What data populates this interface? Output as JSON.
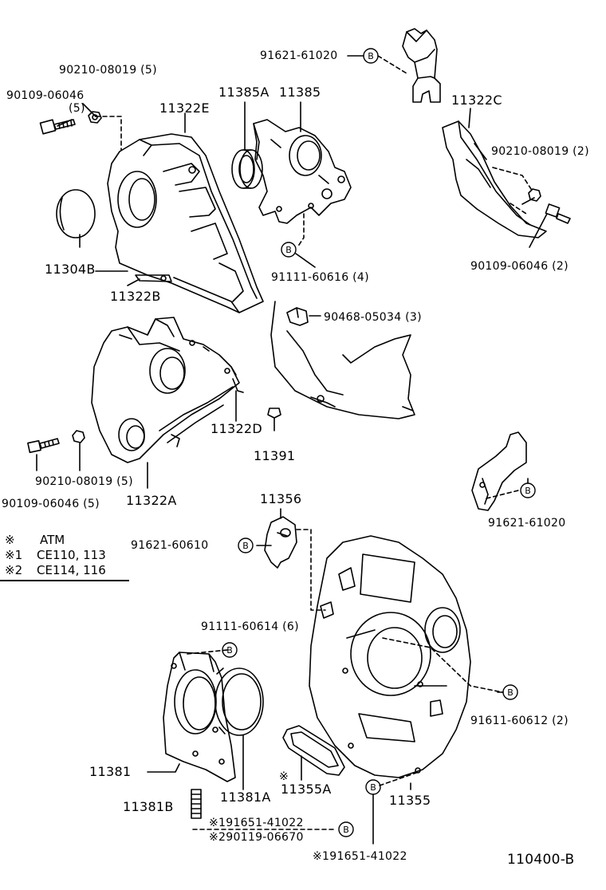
{
  "labels": {
    "p91621_61020_top": "91621-61020",
    "p90210_08019_5_top": "90210-08019 (5)",
    "p90109_06046_top": "90109-06046",
    "p90109_06046_top_qty": "(5)",
    "p11322E": "11322E",
    "p11385A": "11385A",
    "p11385": "11385",
    "p11322C": "11322C",
    "p90210_08019_2": "90210-08019 (2)",
    "p11304B": "11304B",
    "p11322B": "11322B",
    "p91111_60616": "91111-60616 (4)",
    "p90109_06046_2": "90109-06046 (2)",
    "p90468_05034": "90468-05034 (3)",
    "p11322D": "11322D",
    "p11391": "11391",
    "p90210_08019_5_bot": "90210-08019 (5)",
    "p90109_06046_5_bot": "90109-06046 (5)",
    "p11322A": "11322A",
    "p91621_61020_right": "91621-61020",
    "p11356": "11356",
    "p91621_60610": "91621-60610",
    "p91111_60614": "91111-60614 (6)",
    "p91611_60612": "91611-60612 (2)",
    "p11381": "11381",
    "p11381A": "11381A",
    "p11381B": "11381B",
    "p11355A_mark": "※",
    "p11355A": "11355A",
    "p11355": "11355",
    "p191651_41022_a": "※191651-41022",
    "p290119_06670": "※290119-06670",
    "p191651_41022_b": "※191651-41022",
    "diagram_id": "110400-B"
  },
  "circle_letter": "B",
  "legend": [
    {
      "mark": "※",
      "text": "ATM"
    },
    {
      "mark": "※1",
      "text": "CE110, 113"
    },
    {
      "mark": "※2",
      "text": "CE114, 116"
    }
  ]
}
